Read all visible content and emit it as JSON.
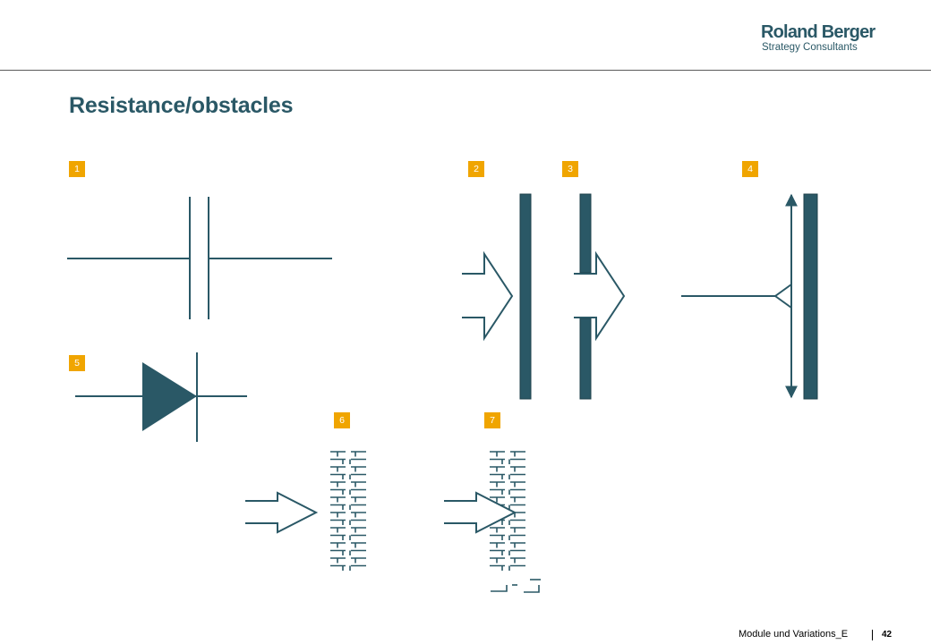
{
  "brand": {
    "name": "Roland Berger",
    "tagline": "Strategy Consultants"
  },
  "title": "Resistance/obstacles",
  "badges": [
    "1",
    "2",
    "3",
    "4",
    "5",
    "6",
    "7"
  ],
  "colors": {
    "primary": "#2a5866",
    "accent": "#f0a500",
    "rule": "#5a5a5a"
  },
  "footer": {
    "label": "Module und Variations_E",
    "page": "42"
  }
}
